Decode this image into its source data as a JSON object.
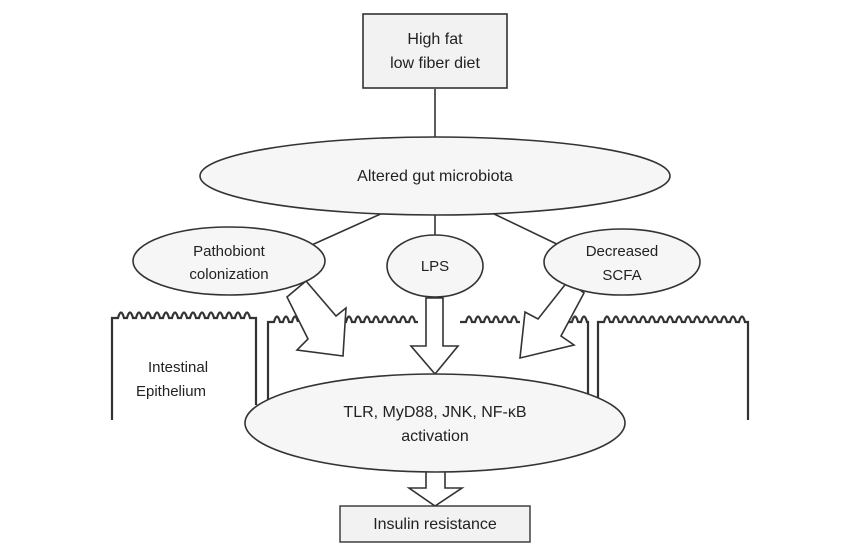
{
  "nodes": {
    "diet": {
      "line1": "High fat",
      "line2": "low fiber diet"
    },
    "microbiota": {
      "label": "Altered gut microbiota"
    },
    "pathobiont": {
      "line1": "Pathobiont",
      "line2": "colonization"
    },
    "lps": {
      "label": "LPS"
    },
    "scfa": {
      "line1": "Decreased",
      "line2": "SCFA"
    },
    "activation": {
      "line1": "TLR, MyD88, JNK, NF-κB",
      "line2": "activation"
    },
    "insulin": {
      "label": "Insulin resistance"
    }
  },
  "epithelium": {
    "line1": "Intestinal",
    "line2": "Epithelium"
  }
}
